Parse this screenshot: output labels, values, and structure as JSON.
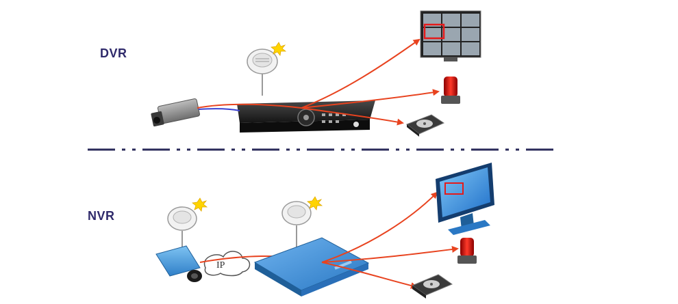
{
  "sections": {
    "dvr_label": "DVR",
    "nvr_label": "NVR"
  },
  "network": {
    "cloud_label": "IP"
  },
  "colors": {
    "signal_line": "#e8431f",
    "camera_cable": "#3a3fd0",
    "label_text": "#2f2a6b",
    "divider": "#2a2a5a",
    "nvr_blue": "#3f8fd8",
    "monitor_blue": "#1f6fc9"
  },
  "icons": {
    "dvr": [
      "smoke-detector-icon",
      "analog-camera-icon",
      "dvr-recorder-icon",
      "cctv-monitor-icon",
      "alarm-siren-icon",
      "hard-drive-icon"
    ],
    "nvr": [
      "smoke-detector-icon",
      "ip-camera-icon",
      "ip-cloud-icon",
      "nvr-recorder-icon",
      "monitor-icon",
      "alarm-siren-icon",
      "hard-drive-icon"
    ]
  }
}
